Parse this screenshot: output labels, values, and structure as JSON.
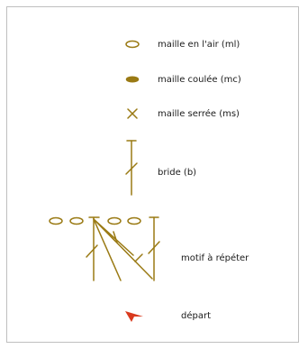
{
  "legend": {
    "items": [
      {
        "symbol": "chain-stitch-oval-icon",
        "label": "maille en l'air (ml)"
      },
      {
        "symbol": "slip-stitch-filled-oval-icon",
        "label": "maille coulée (mc)"
      },
      {
        "symbol": "single-crochet-cross-icon",
        "label": "maille serrée (ms)"
      },
      {
        "symbol": "double-crochet-stitch-icon",
        "label": "bride (b)"
      },
      {
        "symbol": "pattern-repeat-motif-icon",
        "label": "motif à répéter"
      },
      {
        "symbol": "start-arrow-icon",
        "label": "départ"
      }
    ]
  },
  "colors": {
    "symbol": "#9a7a14",
    "start_arrow": "#d93a1e",
    "frame_border": "#bfbfbf",
    "text": "#1a1a1a"
  }
}
